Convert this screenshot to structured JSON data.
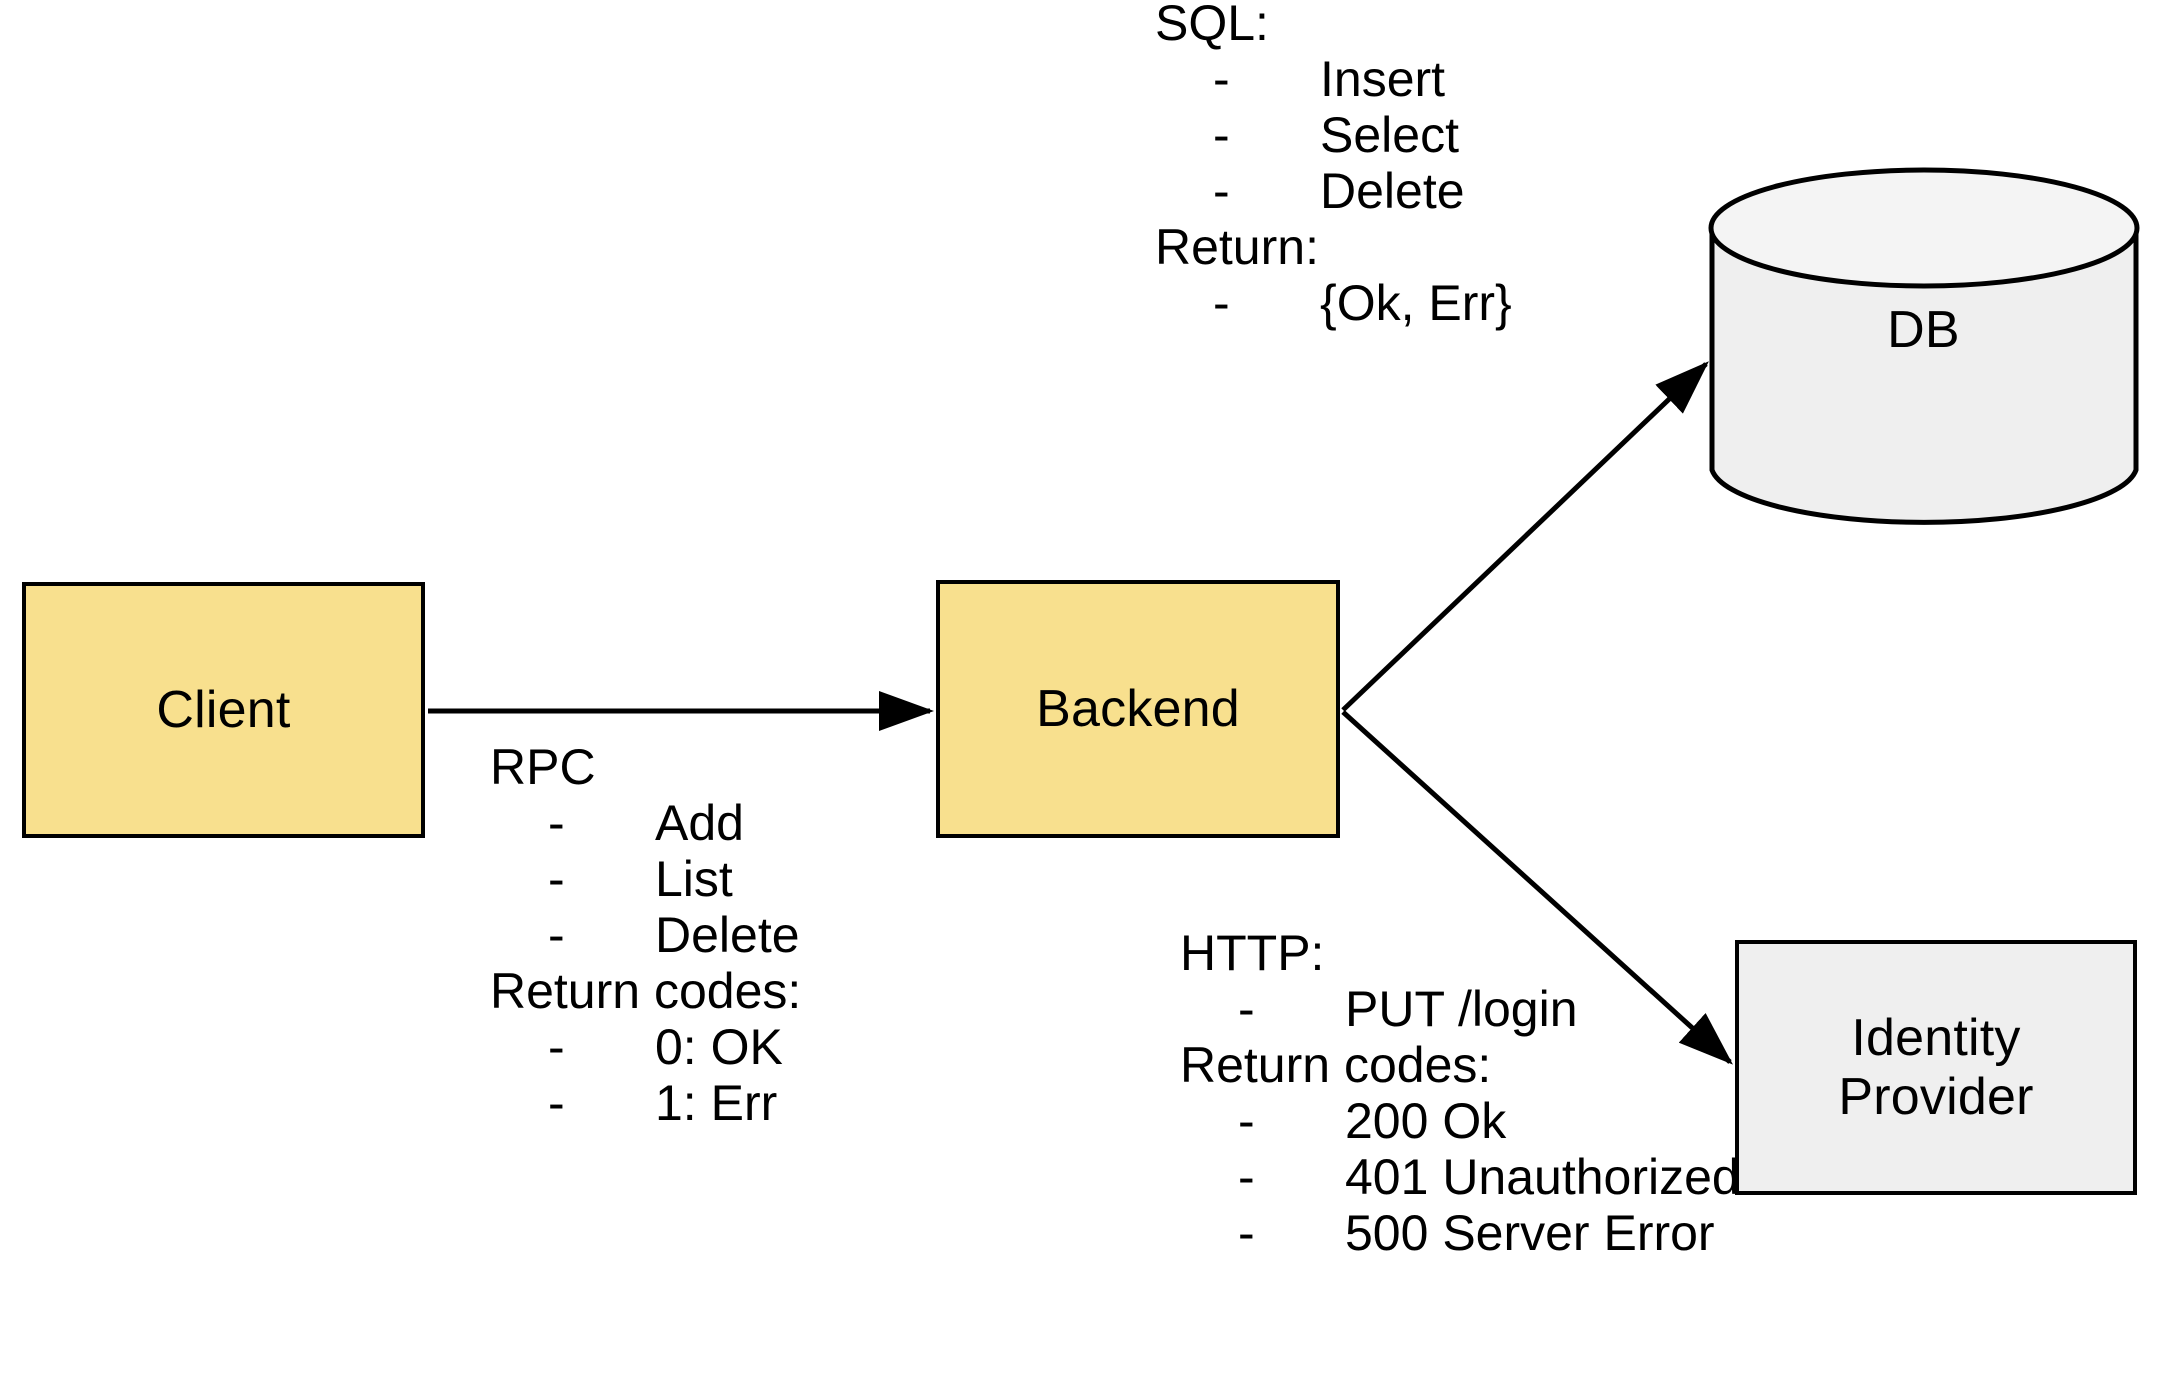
{
  "diagram": {
    "title": "Client / Backend / DB / Identity Provider architecture",
    "colors": {
      "node_fill_primary": "#F8E08E",
      "node_fill_secondary": "#EFEFEF",
      "stroke": "#000000",
      "background": "#FFFFFF"
    },
    "nodes": {
      "client": {
        "label": "Client",
        "shape": "rectangle",
        "fill": "#F8E08E"
      },
      "backend": {
        "label": "Backend",
        "shape": "rectangle",
        "fill": "#F8E08E"
      },
      "db": {
        "label": "DB",
        "shape": "cylinder",
        "fill": "#EFEFEF"
      },
      "identity_provider": {
        "label": "Identity\nProvider",
        "label_line1": "Identity",
        "label_line2": "Provider",
        "shape": "rectangle",
        "fill": "#EFEFEF"
      }
    },
    "edges": [
      {
        "name": "client-to-backend",
        "from": "client",
        "to": "backend",
        "style": "solid-arrow",
        "annotation": "rpc"
      },
      {
        "name": "backend-to-db",
        "from": "backend",
        "to": "db",
        "style": "solid-arrow",
        "annotation": "sql"
      },
      {
        "name": "backend-to-identity-provider",
        "from": "backend",
        "to": "identity_provider",
        "style": "solid-arrow",
        "annotation": "http"
      }
    ],
    "annotations": {
      "rpc": {
        "header": "RPC",
        "items": [
          "Add",
          "List",
          "Delete"
        ],
        "return_header": "Return codes:",
        "return_items": [
          "0: OK",
          "1: Err"
        ],
        "dash": "-"
      },
      "sql": {
        "header": "SQL:",
        "items": [
          "Insert",
          "Select",
          "Delete"
        ],
        "return_header": "Return:",
        "return_items": [
          "{Ok, Err}"
        ],
        "dash": "-"
      },
      "http": {
        "header": "HTTP:",
        "items": [
          "PUT /login"
        ],
        "return_header": "Return codes:",
        "return_items": [
          "200 Ok",
          "401 Unauthorized",
          "500 Server Error"
        ],
        "dash": "-"
      }
    }
  }
}
